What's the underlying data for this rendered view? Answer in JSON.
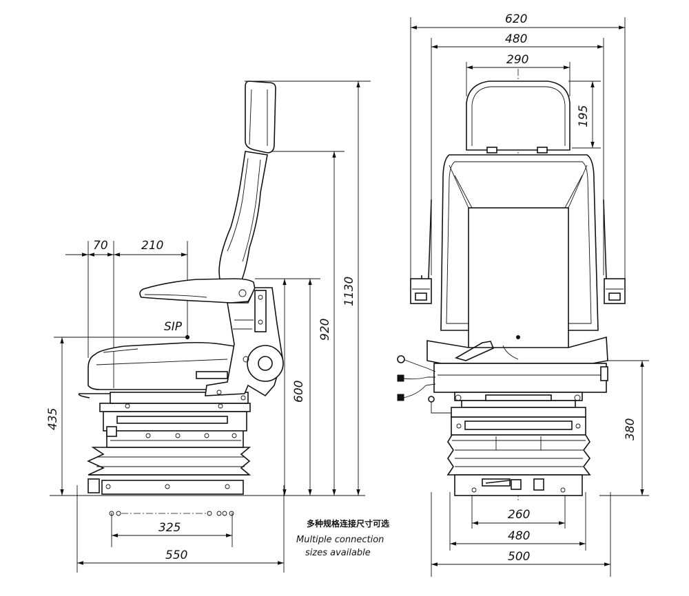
{
  "side_view": {
    "dims": {
      "d70": "70",
      "d210": "210",
      "sip": "SIP",
      "d435": "435",
      "d600": "600",
      "d920": "920",
      "d1130": "1130",
      "d325": "325",
      "d550": "550"
    }
  },
  "front_view": {
    "dims": {
      "d620": "620",
      "d480_top": "480",
      "d290": "290",
      "d195": "195",
      "d380": "380",
      "d260": "260",
      "d480_bottom": "480",
      "d500": "500"
    }
  },
  "note": {
    "chinese": "多种规格连接尺寸可选",
    "line1": "Multiple connection",
    "line2": "sizes available"
  }
}
